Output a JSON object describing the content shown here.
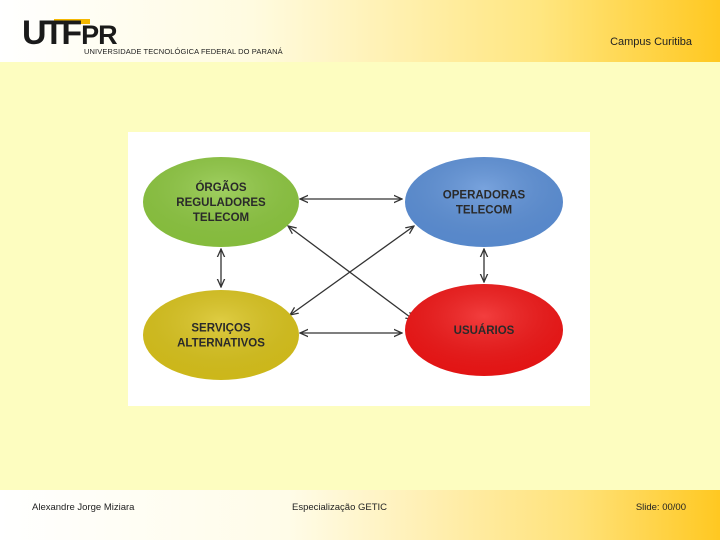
{
  "header": {
    "logo_text": "UTFPR",
    "university_name": "UNIVERSIDADE TECNOLÓGICA FEDERAL DO PARANÁ",
    "campus": "Campus Curitiba",
    "accent_color": "#f5b800"
  },
  "diagram": {
    "nodes": [
      {
        "id": "orgaos",
        "lines": [
          "ÓRGÃOS",
          "REGULADORES",
          "TELECOM"
        ],
        "color": "#8cc63f"
      },
      {
        "id": "operadoras",
        "lines": [
          "OPERADORAS",
          "TELECOM"
        ],
        "color": "#5b8fd6"
      },
      {
        "id": "servicos",
        "lines": [
          "SERVIÇOS",
          "ALTERNATIVOS"
        ],
        "color": "#d8c21a"
      },
      {
        "id": "usuarios",
        "lines": [
          "USUÁRIOS"
        ],
        "color": "#f01414"
      }
    ],
    "edges": [
      {
        "from": "orgaos",
        "to": "operadoras",
        "direction": "both"
      },
      {
        "from": "orgaos",
        "to": "servicos",
        "direction": "both"
      },
      {
        "from": "operadoras",
        "to": "usuarios",
        "direction": "both"
      },
      {
        "from": "servicos",
        "to": "usuarios",
        "direction": "both"
      },
      {
        "from": "orgaos",
        "to": "usuarios",
        "direction": "both"
      },
      {
        "from": "operadoras",
        "to": "servicos",
        "direction": "both"
      }
    ]
  },
  "footer": {
    "author": "Alexandre Jorge  Miziara",
    "course": "Especialização GETIC",
    "slide": "Slide: 00/00"
  }
}
